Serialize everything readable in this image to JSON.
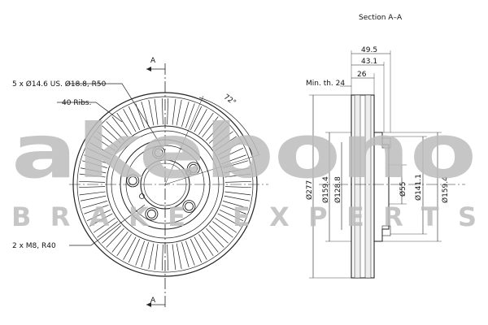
{
  "section_title": "Section A–A",
  "section_marker": "A",
  "front_view": {
    "bolt_note": "5 x Ø14.6 US. Ø18.8, R50",
    "ribs_note": "40 Ribs.",
    "thread_note": "2 x M8, R40",
    "angle_note": "72°"
  },
  "section_view": {
    "min_thickness": "Min. th. 24",
    "dims_horizontal": [
      "49.5",
      "43.1",
      "26"
    ],
    "dims_vertical": [
      "Ø277",
      "Ø159.4",
      "Ø128.8",
      "Ø55",
      "Ø141.1",
      "Ø159.4"
    ]
  },
  "watermark": {
    "brand": "akebono",
    "tagline": "BRAKE EXPERTS"
  }
}
